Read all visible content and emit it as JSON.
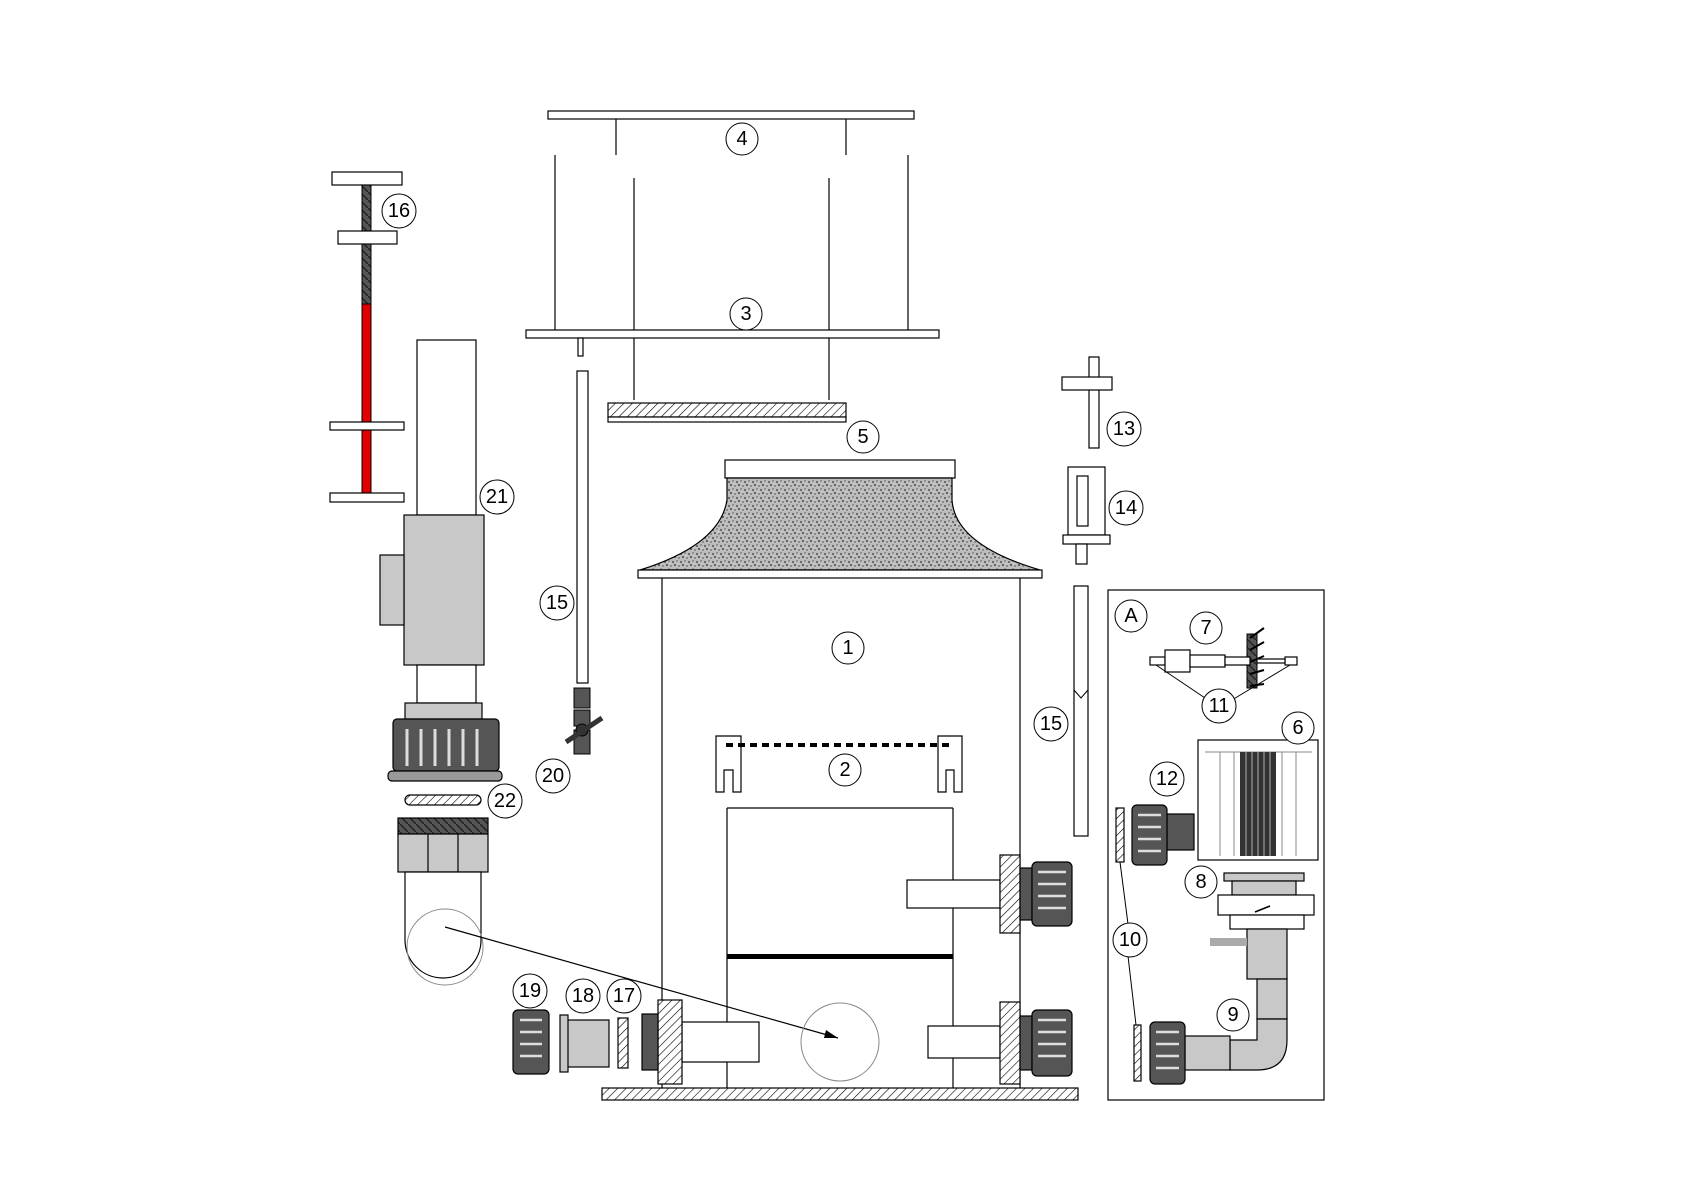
{
  "diagram": {
    "colors": {
      "line": "#000000",
      "gray_part": "#c8c8c8",
      "dark_gray_part": "#555555",
      "red_rod": "#e00000",
      "foam": "#d0d0d0"
    },
    "labels": {
      "p1": "1",
      "p2": "2",
      "p3": "3",
      "p4": "4",
      "p5": "5",
      "p6": "6",
      "p7": "7",
      "p8": "8",
      "p9": "9",
      "p10": "10",
      "p11": "11",
      "p12": "12",
      "p13": "13",
      "p14": "14",
      "p15a": "15",
      "p15b": "15",
      "p16": "16",
      "p17": "17",
      "p18": "18",
      "p19": "19",
      "p20": "20",
      "p21": "21",
      "p22": "22",
      "inset": "A"
    }
  }
}
